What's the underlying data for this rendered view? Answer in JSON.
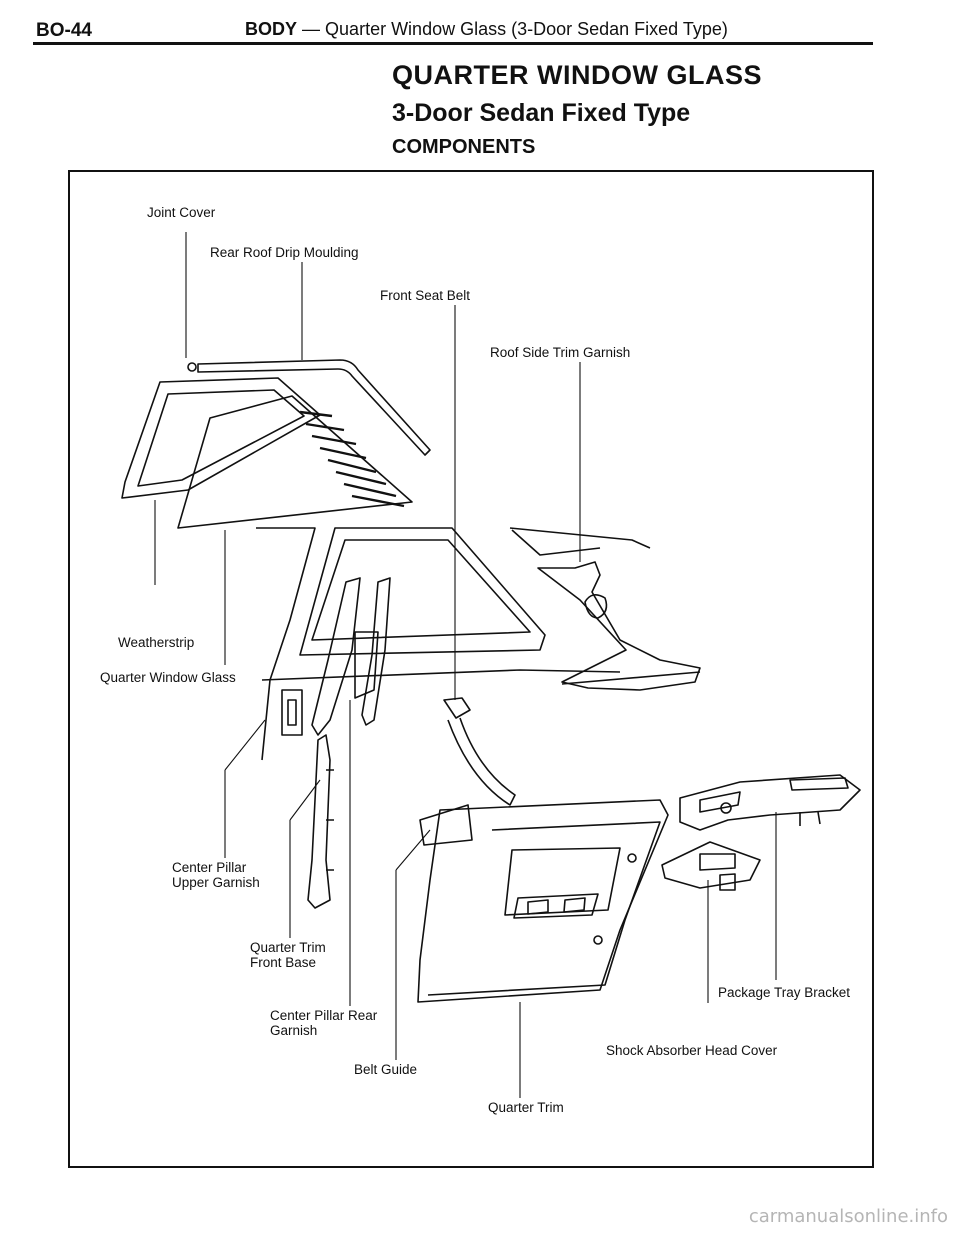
{
  "header": {
    "page_code": "BO-44",
    "section": "BODY",
    "separator": "—",
    "subtitle": "Quarter Window Glass (3-Door Sedan Fixed Type)"
  },
  "title": {
    "main": "QUARTER WINDOW GLASS",
    "sub": "3-Door Sedan Fixed Type",
    "section": "COMPONENTS"
  },
  "labels": {
    "joint_cover": "Joint Cover",
    "rear_roof_drip_moulding": "Rear Roof Drip Moulding",
    "front_seat_belt": "Front Seat Belt",
    "roof_side_trim_garnish": "Roof Side Trim Garnish",
    "weatherstrip": "Weatherstrip",
    "quarter_window_glass": "Quarter Window Glass",
    "center_pillar_upper_garnish_1": "Center Pillar",
    "center_pillar_upper_garnish_2": "Upper Garnish",
    "quarter_trim_front_base_1": "Quarter Trim",
    "quarter_trim_front_base_2": "Front Base",
    "center_pillar_rear_garnish_1": "Center Pillar Rear",
    "center_pillar_rear_garnish_2": "Garnish",
    "belt_guide": "Belt Guide",
    "quarter_trim": "Quarter Trim",
    "package_tray_bracket": "Package Tray Bracket",
    "shock_absorber_head_cover": "Shock Absorber Head Cover"
  },
  "watermark": "carmanualsonline.info"
}
